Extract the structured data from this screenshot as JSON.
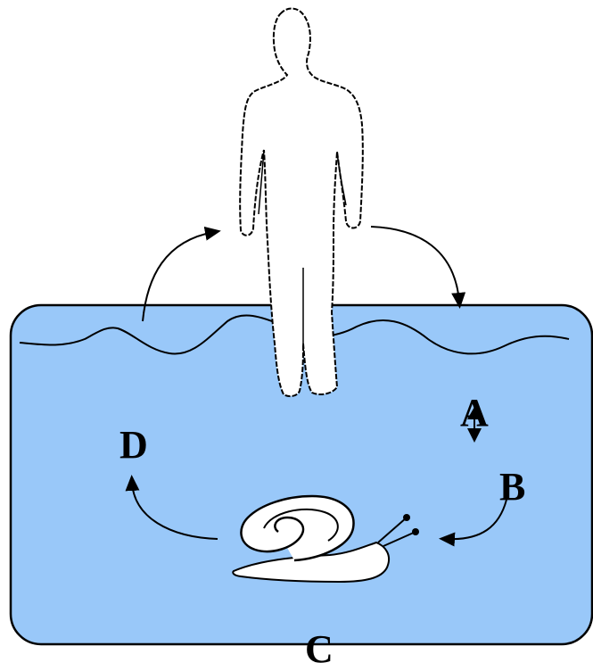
{
  "colors": {
    "water": "#99c8f9",
    "outline": "#000000",
    "figure_fill": "#ffffff",
    "label": "#000000"
  },
  "icons": {
    "person": "human-silhouette-icon",
    "snail": "snail-icon"
  },
  "labels": {
    "a": "A",
    "b": "B",
    "c": "C",
    "d": "D"
  }
}
